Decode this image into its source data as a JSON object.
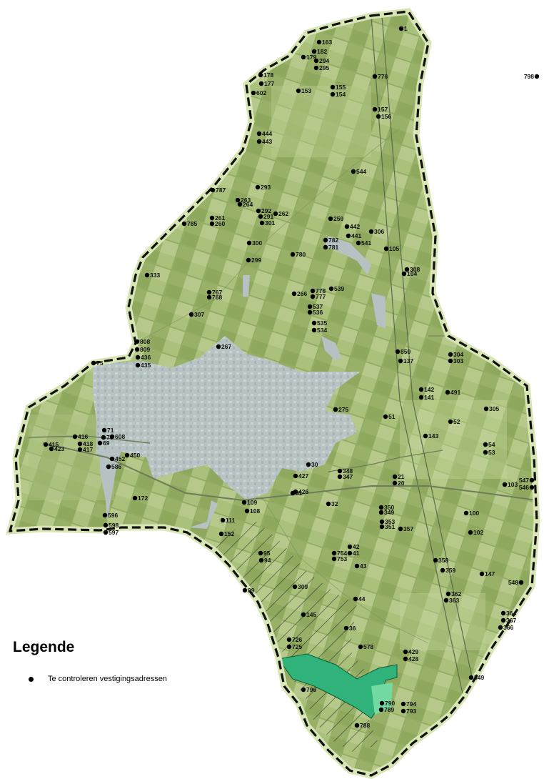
{
  "legend": {
    "title": "Legende",
    "entry": "Te controleren vestigingsadressen"
  },
  "colors": {
    "field": "#9ab36a",
    "boundary": "#111111",
    "urban": "#b9c6c6",
    "highlight": "#2fb37a",
    "highlight_light": "#73d9a3"
  },
  "points": [
    {
      "id": "163"
    },
    {
      "id": "182"
    },
    {
      "id": "179"
    },
    {
      "id": "294"
    },
    {
      "id": "295"
    },
    {
      "id": "776"
    },
    {
      "id": "798"
    },
    {
      "id": "178"
    },
    {
      "id": "177"
    },
    {
      "id": "602"
    },
    {
      "id": "153"
    },
    {
      "id": "155"
    },
    {
      "id": "154"
    },
    {
      "id": "157"
    },
    {
      "id": "156"
    },
    {
      "id": "444"
    },
    {
      "id": "443"
    },
    {
      "id": "544"
    },
    {
      "id": "787"
    },
    {
      "id": "293"
    },
    {
      "id": "263"
    },
    {
      "id": "264"
    },
    {
      "id": "292"
    },
    {
      "id": "291"
    },
    {
      "id": "262"
    },
    {
      "id": "301"
    },
    {
      "id": "261"
    },
    {
      "id": "260"
    },
    {
      "id": "785"
    },
    {
      "id": "259"
    },
    {
      "id": "442"
    },
    {
      "id": "306"
    },
    {
      "id": "441"
    },
    {
      "id": "541"
    },
    {
      "id": "782"
    },
    {
      "id": "781"
    },
    {
      "id": "105"
    },
    {
      "id": "300"
    },
    {
      "id": "780"
    },
    {
      "id": "299"
    },
    {
      "id": "308"
    },
    {
      "id": "104"
    },
    {
      "id": "333"
    },
    {
      "id": "767"
    },
    {
      "id": "768"
    },
    {
      "id": "266"
    },
    {
      "id": "778"
    },
    {
      "id": "777"
    },
    {
      "id": "539"
    },
    {
      "id": "537"
    },
    {
      "id": "536"
    },
    {
      "id": "307"
    },
    {
      "id": "535"
    },
    {
      "id": "534"
    },
    {
      "id": "808"
    },
    {
      "id": "809"
    },
    {
      "id": "267"
    },
    {
      "id": "850"
    },
    {
      "id": "137"
    },
    {
      "id": "304"
    },
    {
      "id": "303"
    },
    {
      "id": "436"
    },
    {
      "id": "435"
    },
    {
      "id": "75"
    },
    {
      "id": "142"
    },
    {
      "id": "141"
    },
    {
      "id": "491"
    },
    {
      "id": "305"
    },
    {
      "id": "275"
    },
    {
      "id": "51"
    },
    {
      "id": "52"
    },
    {
      "id": "71"
    },
    {
      "id": "416"
    },
    {
      "id": "70"
    },
    {
      "id": "608"
    },
    {
      "id": "415"
    },
    {
      "id": "418"
    },
    {
      "id": "69"
    },
    {
      "id": "423"
    },
    {
      "id": "417"
    },
    {
      "id": "143"
    },
    {
      "id": "54"
    },
    {
      "id": "53"
    },
    {
      "id": "450"
    },
    {
      "id": "452"
    },
    {
      "id": "586"
    },
    {
      "id": "30"
    },
    {
      "id": "348"
    },
    {
      "id": "347"
    },
    {
      "id": "21"
    },
    {
      "id": "20"
    },
    {
      "id": "547"
    },
    {
      "id": "546"
    },
    {
      "id": "103"
    },
    {
      "id": "427"
    },
    {
      "id": "426"
    },
    {
      "id": "81"
    },
    {
      "id": "172"
    },
    {
      "id": "32"
    },
    {
      "id": "109"
    },
    {
      "id": "108"
    },
    {
      "id": "350"
    },
    {
      "id": "349"
    },
    {
      "id": "100"
    },
    {
      "id": "353"
    },
    {
      "id": "351"
    },
    {
      "id": "357"
    },
    {
      "id": "596"
    },
    {
      "id": "598"
    },
    {
      "id": "597"
    },
    {
      "id": "111"
    },
    {
      "id": "152"
    },
    {
      "id": "102"
    },
    {
      "id": "42"
    },
    {
      "id": "41"
    },
    {
      "id": "754"
    },
    {
      "id": "753"
    },
    {
      "id": "95"
    },
    {
      "id": "94"
    },
    {
      "id": "358"
    },
    {
      "id": "43"
    },
    {
      "id": "359"
    },
    {
      "id": "147"
    },
    {
      "id": "548"
    },
    {
      "id": "99"
    },
    {
      "id": "309"
    },
    {
      "id": "44"
    },
    {
      "id": "362"
    },
    {
      "id": "363"
    },
    {
      "id": "364"
    },
    {
      "id": "367"
    },
    {
      "id": "366"
    },
    {
      "id": "145"
    },
    {
      "id": "36"
    },
    {
      "id": "726"
    },
    {
      "id": "725"
    },
    {
      "id": "578"
    },
    {
      "id": "429"
    },
    {
      "id": "428"
    },
    {
      "id": "549"
    },
    {
      "id": "796"
    },
    {
      "id": "794"
    },
    {
      "id": "793"
    },
    {
      "id": "790"
    },
    {
      "id": "789"
    },
    {
      "id": "788"
    },
    {
      "id": "1"
    }
  ]
}
